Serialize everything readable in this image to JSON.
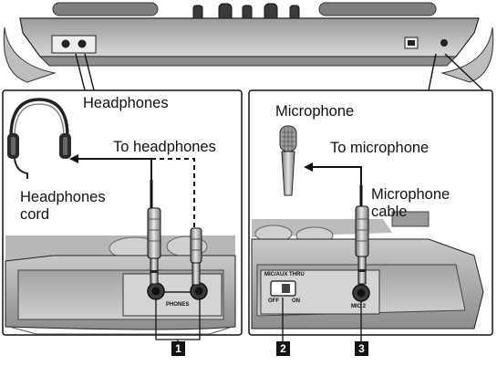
{
  "labels": {
    "headphones": "Headphones",
    "to_headphones": "To headphones",
    "headphones_cord": "Headphones\ncord",
    "microphone": "Microphone",
    "to_microphone": "To microphone",
    "microphone_cable": "Microphone\ncable"
  },
  "panel_text": {
    "phones": "PHONES",
    "mic_aux_thru": "MIC/AUX THRU",
    "switch_off": "OFF",
    "switch_on": "ON",
    "mic2": "MIC 2"
  },
  "callouts": [
    "1",
    "2",
    "3"
  ]
}
